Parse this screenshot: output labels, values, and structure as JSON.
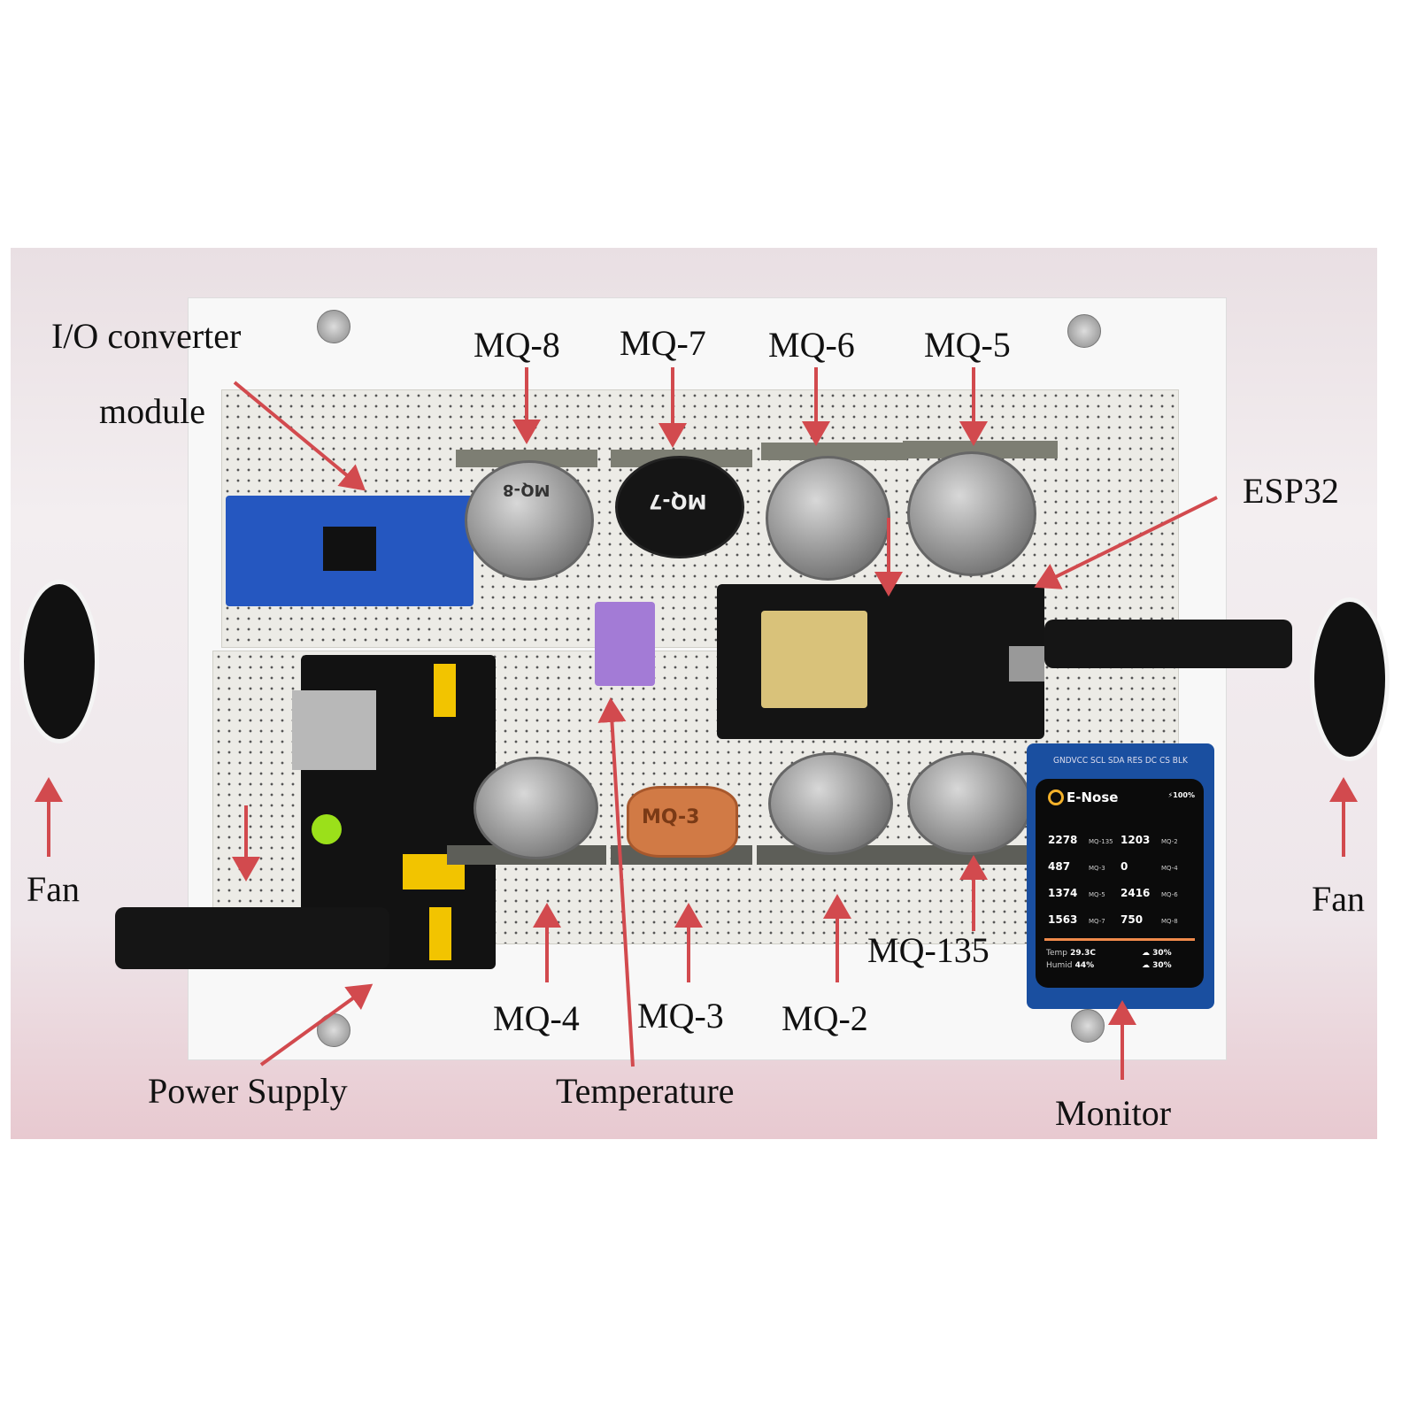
{
  "labels": {
    "io_converter_line1": "I/O converter",
    "io_converter_line2": "module",
    "mq8": "MQ-8",
    "mq7": "MQ-7",
    "mq6": "MQ-6",
    "mq5": "MQ-5",
    "esp32": "ESP32",
    "fan_left": "Fan",
    "fan_right": "Fan",
    "mq4": "MQ-4",
    "mq3": "MQ-3",
    "mq2": "MQ-2",
    "mq135": "MQ-135",
    "power_supply": "Power Supply",
    "temperature": "Temperature",
    "monitor": "Monitor"
  },
  "component_marks": {
    "mq8_body": "MQ-8",
    "mq7_body": "MQ-7",
    "mq3_body": "MQ-3"
  },
  "monitor_screen": {
    "pins": "GNDVCC SCL SDA RES DC CS BLK",
    "title": "E-Nose",
    "battery": "100%",
    "rows": [
      {
        "v1": "2278",
        "s1": "MQ-135",
        "v2": "1203",
        "s2": "MQ-2"
      },
      {
        "v1": "487",
        "s1": "MQ-3",
        "v2": "0",
        "s2": "MQ-4"
      },
      {
        "v1": "1374",
        "s1": "MQ-5",
        "v2": "2416",
        "s2": "MQ-6"
      },
      {
        "v1": "1563",
        "s1": "MQ-7",
        "v2": "750",
        "s2": "MQ-8"
      }
    ],
    "temp_label": "Temp",
    "temp_value": "29.3C",
    "humid_label": "Humid",
    "humid_value": "44%",
    "extra1": "30%",
    "extra2": "30%"
  },
  "colors": {
    "arrow": "#d24a4e",
    "lcd_accent": "#f08a4b"
  }
}
